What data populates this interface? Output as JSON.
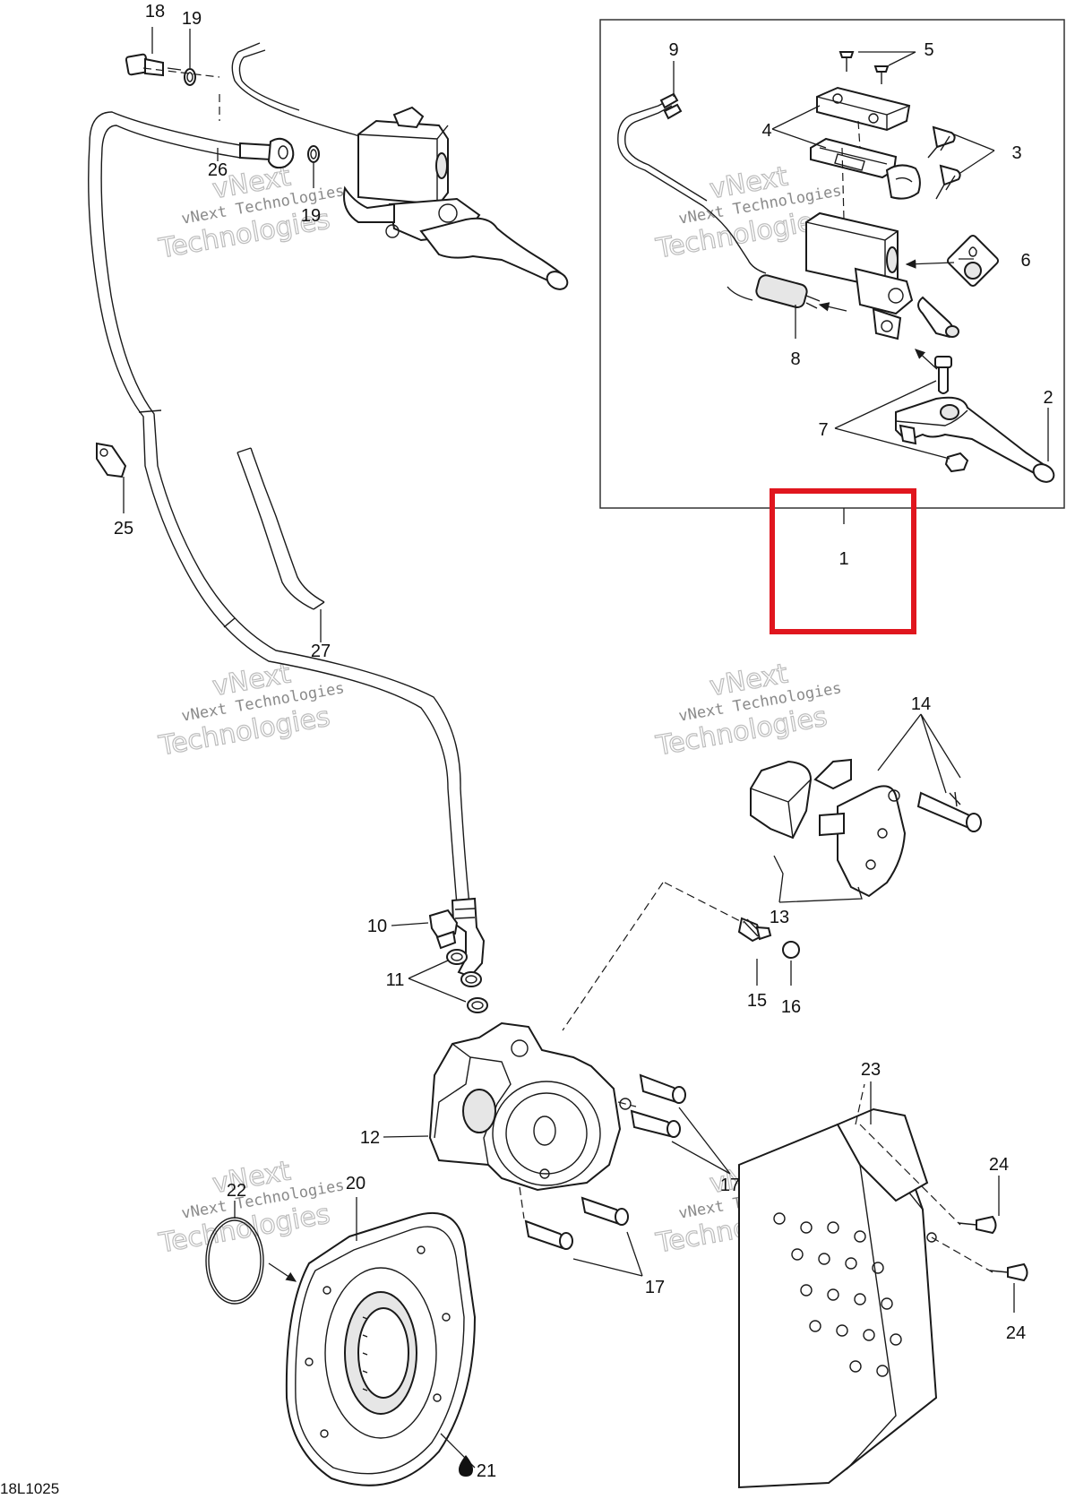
{
  "diagram_code": "18L1025",
  "highlight_color": "#e0161e",
  "callouts": {
    "c1": "1",
    "c2": "2",
    "c3": "3",
    "c4": "4",
    "c5": "5",
    "c6": "6",
    "c7": "7",
    "c8": "8",
    "c9": "9",
    "c10": "10",
    "c11": "11",
    "c12": "12",
    "c13": "13",
    "c14": "14",
    "c15": "15",
    "c16": "16",
    "c17a": "17",
    "c17b": "17",
    "c18": "18",
    "c19a": "19",
    "c19b": "19",
    "c20": "20",
    "c21": "21",
    "c22": "22",
    "c23": "23",
    "c24a": "24",
    "c24b": "24",
    "c25": "25",
    "c26": "26",
    "c27": "27"
  },
  "watermark": {
    "line1": "vNext",
    "line2": "vNext Technologies",
    "line3": "Technologies"
  }
}
